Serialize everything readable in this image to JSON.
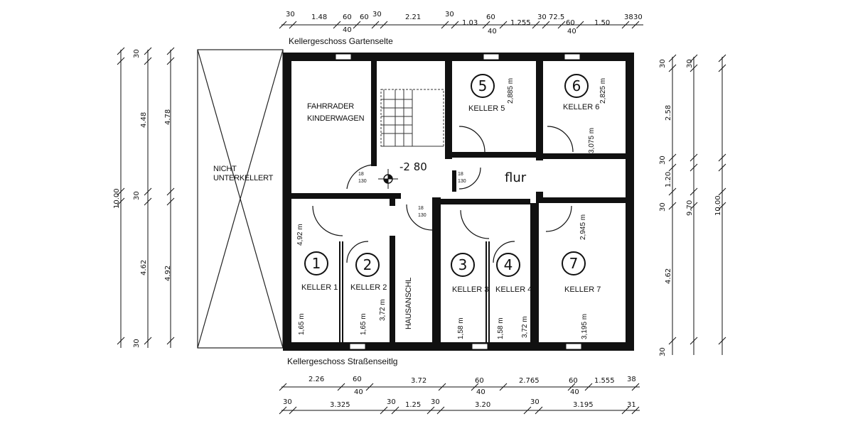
{
  "headings": {
    "garden_side": "Kellergeschoss Gartenselte",
    "street_side": "Kellergeschoss Straßenseitlg"
  },
  "areas": {
    "not_basement": "NICHT UNTERKELLERT",
    "bikes_line1": "FAHRRADER",
    "bikes_line2": "KINDERWAGEN",
    "corridor": "flur",
    "house_connection": "HAUSANSCHL",
    "level": "-2 80"
  },
  "rooms": [
    {
      "number": "1",
      "name": "KELLER 1",
      "width": "1,65 m",
      "depth": "4,92 m"
    },
    {
      "number": "2",
      "name": "KELLER 2",
      "width": "1,65 m",
      "depth": "3,72 m"
    },
    {
      "number": "3",
      "name": "KELLER 3",
      "width": "1,58 m",
      "depth": ""
    },
    {
      "number": "4",
      "name": "KELLER 4",
      "width": "1,58 m",
      "depth": "3,72 m"
    },
    {
      "number": "5",
      "name": "KELLER 5",
      "width": "",
      "depth": "2,885 m"
    },
    {
      "number": "6",
      "name": "KELLER 6",
      "width": "3,075 m",
      "depth": "2,825 m"
    },
    {
      "number": "7",
      "name": "KELLER 7",
      "width": "3,195 m",
      "depth": "2,945 m"
    }
  ],
  "door_labels": [
    "18",
    "130"
  ],
  "top_dimensions": [
    "30",
    "1.48",
    "60",
    "40",
    "60",
    "30",
    "2.21",
    "30",
    "1.03",
    "60",
    "40",
    "1.255",
    "30",
    "72.5",
    "60",
    "40",
    "1.50",
    "38",
    "30"
  ],
  "bottom_dimensions_row1": [
    "2.26",
    "60",
    "40",
    "3.72",
    "60",
    "40",
    "2.765",
    "60",
    "40",
    "1.555",
    "38"
  ],
  "bottom_dimensions_row2": [
    "30",
    "3.325",
    "30",
    "1.25",
    "30",
    "3.20",
    "30",
    "3.195",
    "31"
  ],
  "left_dimensions_outer": [
    "10.00"
  ],
  "left_dimensions_inner": [
    "30",
    "4.48",
    "30",
    "4.62",
    "30"
  ],
  "left_dimensions_third": [
    "4.78",
    "4.92"
  ],
  "right_dimensions_inner": [
    "30",
    "2.58",
    "30",
    "1.20",
    "30",
    "4.62",
    "30"
  ],
  "right_dimensions_outer": [
    "30",
    "9.70"
  ],
  "right_dimensions_far": [
    "10.00"
  ]
}
